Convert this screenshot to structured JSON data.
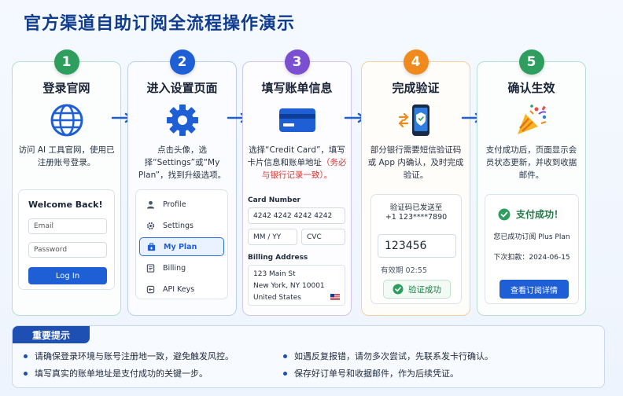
{
  "title": "官方渠道自助订阅全流程操作演示",
  "colors": {
    "step1": "#2e9e5e",
    "step2": "#1e5fd6",
    "step3": "#7a4fd0",
    "step4": "#f08a1c",
    "step5": "#2e9e5e",
    "accent": "#1e5fd6",
    "success": "#2e9e5e"
  },
  "steps": [
    {
      "num": "1",
      "title": "登录官网",
      "icon": "globe-icon",
      "desc": "访问 AI 工具官网，使用已注册账号登录。",
      "mock": {
        "heading": "Welcome Back!",
        "email_placeholder": "Email",
        "password_placeholder": "Password",
        "button": "Log In"
      }
    },
    {
      "num": "2",
      "title": "进入设置页面",
      "icon": "gear-icon",
      "desc": "点击头像，选择“Settings”或“My Plan”，找到升级选项。",
      "menu": [
        {
          "label": "Profile",
          "icon": "person-icon"
        },
        {
          "label": "Settings",
          "icon": "gear-icon"
        },
        {
          "label": "My Plan",
          "icon": "plan-icon",
          "active": true
        },
        {
          "label": "Billing",
          "icon": "billing-icon"
        },
        {
          "label": "API Keys",
          "icon": "key-icon"
        }
      ]
    },
    {
      "num": "3",
      "title": "填写账单信息",
      "icon": "credit-card-icon",
      "desc_main": "选择“Credit Card”，填写卡片信息和账单地址",
      "desc_red": "（务必与银行记录一致）。",
      "form": {
        "card_label": "Card Number",
        "card_value": "4242 4242 4242 4242",
        "exp_value": "MM / YY",
        "cvc_value": "CVC",
        "addr_label": "Billing Address",
        "addr_line1": "123 Main St",
        "addr_line2": "New York, NY 10001",
        "addr_line3": "United States"
      }
    },
    {
      "num": "4",
      "title": "完成验证",
      "icon": "phone-shield-icon",
      "desc": "部分银行需要短信验证码或 App 内确认，及时完成验证。",
      "verify": {
        "sent": "验证码已发送至",
        "phone": "+1 123****7890",
        "code": "123456",
        "expiry": "有效期 02:55",
        "success": "验证成功"
      }
    },
    {
      "num": "5",
      "title": "确认生效",
      "icon": "party-popper-icon",
      "desc": "支付成功后，页面显示会员状态更新，并收到收据邮件。",
      "result": {
        "headline": "支付成功！",
        "plan": "您已成功订阅 Plus Plan",
        "next": "下次扣款：2024-06-15",
        "button": "查看订阅详情"
      }
    }
  ],
  "tips": {
    "heading": "重要提示",
    "items": [
      "请确保登录环境与账号注册地一致，避免触发风控。",
      "填写真实的账单地址是支付成功的关键一步。",
      "如遇反复报错，请勿多次尝试，先联系发卡行确认。",
      "保存好订单号和收据邮件，作为后续凭证。"
    ]
  }
}
